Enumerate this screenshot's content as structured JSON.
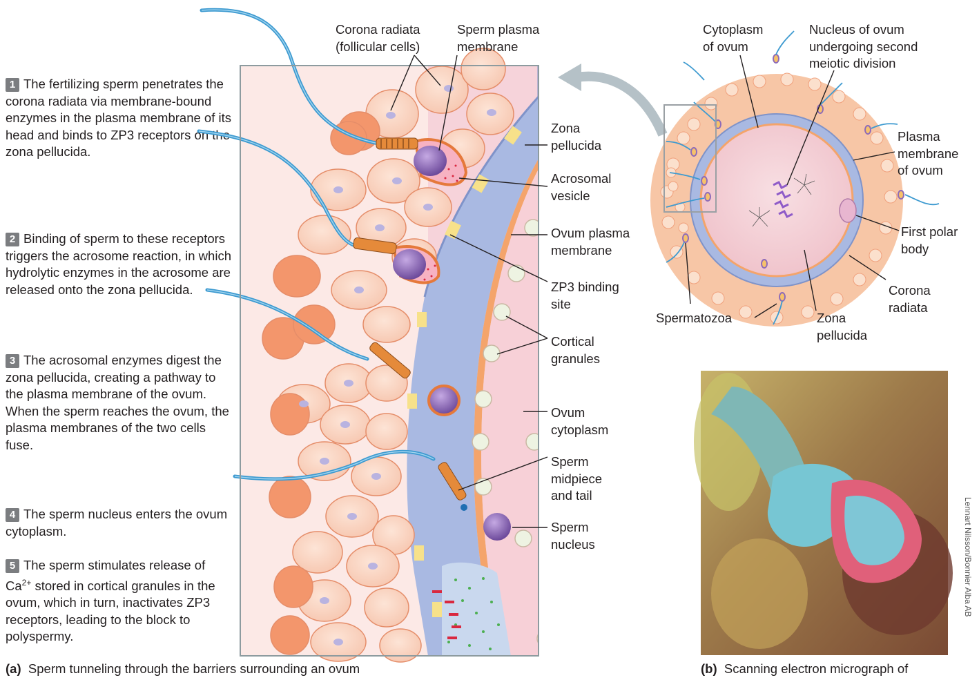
{
  "steps": [
    {
      "num": "1",
      "text": "The fertilizing sperm penetrates the corona radiata via membrane-bound enzymes in the plasma membrane of its head and binds to ZP3 receptors on the zona pellucida."
    },
    {
      "num": "2",
      "text": "Binding of sperm to these receptors triggers the acrosome reaction, in which hydrolytic enzymes in the acrosome are released onto the zona pellucida."
    },
    {
      "num": "3",
      "text": "The acrosomal enzymes digest the zona pellucida, creating a pathway to the plasma membrane of the ovum. When the sperm reaches the ovum, the plasma membranes of the two cells fuse."
    },
    {
      "num": "4",
      "text": "The sperm nucleus enters the ovum cytoplasm."
    },
    {
      "num": "5",
      "text_before": "The sperm stimulates release of Ca",
      "superscript": "2+",
      "text_after": " stored in cortical granules in the ovum, which in turn, inactivates ZP3 receptors, leading to the block to polyspermy."
    }
  ],
  "panel_a_labels": {
    "corona_radiata": "Corona radiata\n(follicular cells)",
    "sperm_plasma_membrane": "Sperm plasma\nmembrane",
    "zona_pellucida": "Zona\npellucida",
    "acrosomal_vesicle": "Acrosomal\nvesicle",
    "ovum_plasma_membrane": "Ovum plasma\nmembrane",
    "zp3_binding_site": "ZP3 binding\nsite",
    "cortical_granules": "Cortical\ngranules",
    "ovum_cytoplasm": "Ovum\ncytoplasm",
    "sperm_midpiece_tail": "Sperm\nmidpiece\nand tail",
    "sperm_nucleus": "Sperm\nnucleus"
  },
  "ovum_labels": {
    "cytoplasm_of_ovum": "Cytoplasm\nof ovum",
    "nucleus_of_ovum": "Nucleus of ovum\nundergoing second\nmeiotic division",
    "plasma_membrane_of_ovum": "Plasma\nmembrane\nof ovum",
    "first_polar_body": "First polar\nbody",
    "corona_radiata": "Corona\nradiata",
    "zona_pellucida": "Zona\npellucida",
    "spermatozoa": "Spermatozoa"
  },
  "caption_a": {
    "tag": "(a)",
    "text": "Sperm tunneling through the barriers surrounding an ovum"
  },
  "caption_b": {
    "tag": "(b)",
    "text": "Scanning electron micrograph of"
  },
  "photo_credit": "Lennart Nilsson/Bonnier Alba AB",
  "colors": {
    "zona": "#a9b9e2",
    "corona": "#f6b08f",
    "cytoplasm": "#f6d7dc",
    "sperm_head": "#8e6bb8",
    "tail": "#3d9ad0"
  }
}
